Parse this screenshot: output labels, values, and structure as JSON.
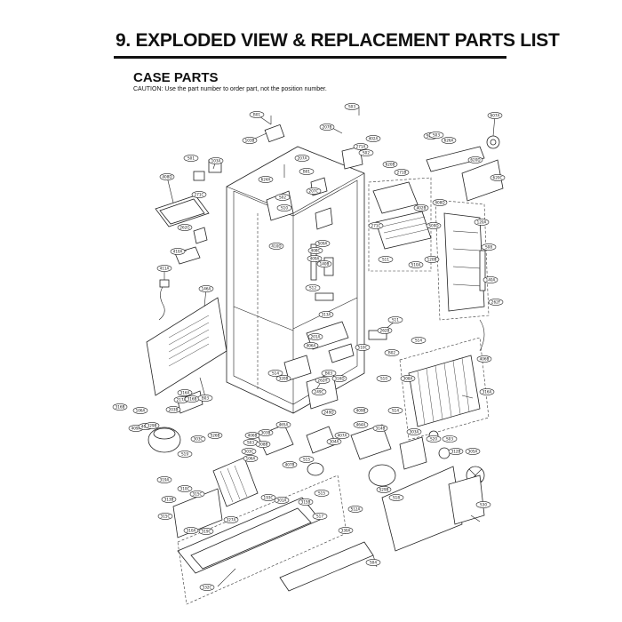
{
  "header": {
    "title": "9. EXPLODED VIEW & REPLACEMENT PARTS LIST",
    "section": "CASE PARTS",
    "caution": "CAUTION: Use the part number to order part, not the position number."
  },
  "callouts": [
    "B01",
    "103B",
    "S03",
    "207B",
    "402A",
    "607A",
    "271A",
    "S01",
    "103A",
    "207A",
    "S02",
    "S01F",
    "271B",
    "620B",
    "S03",
    "626A",
    "620D",
    "620C",
    "624A",
    "B01",
    "207C",
    "408D",
    "S02",
    "271C",
    "402B",
    "S10",
    "408D",
    "120A",
    "262G",
    "410D",
    "271C",
    "S08",
    "S09D",
    "S09A",
    "408C",
    "S11",
    "120B",
    "410A",
    "409A",
    "510A",
    "140A",
    "411A",
    "140B",
    "146A",
    "S12",
    "262F",
    "313A",
    "S11",
    "262B",
    "S14",
    "406A",
    "406B",
    "B02",
    "201A",
    "510C",
    "S14",
    "262H",
    "B03",
    "320B",
    "249C",
    "316D",
    "316A",
    "316B",
    "316A",
    "S10",
    "217A",
    "316B",
    "203B",
    "B03",
    "409A",
    "308A",
    "S14",
    "249D",
    "106A",
    "409B",
    "406F",
    "464A",
    "314B",
    "303A",
    "S20",
    "329B",
    "303B",
    "303C",
    "S26B",
    "S03",
    "465A",
    "S03",
    "406B",
    "308B",
    "304A",
    "305A",
    "312B",
    "S15",
    "106A",
    "303C",
    "407B",
    "S29B",
    "407A",
    "S18",
    "S12A",
    "S19",
    "319A",
    "310C",
    "315C",
    "313B",
    "315B",
    "301A",
    "327A",
    "319C",
    "315C",
    "S15",
    "310A",
    "193C",
    "S17",
    "330A",
    "S04",
    "332C",
    "S30"
  ]
}
